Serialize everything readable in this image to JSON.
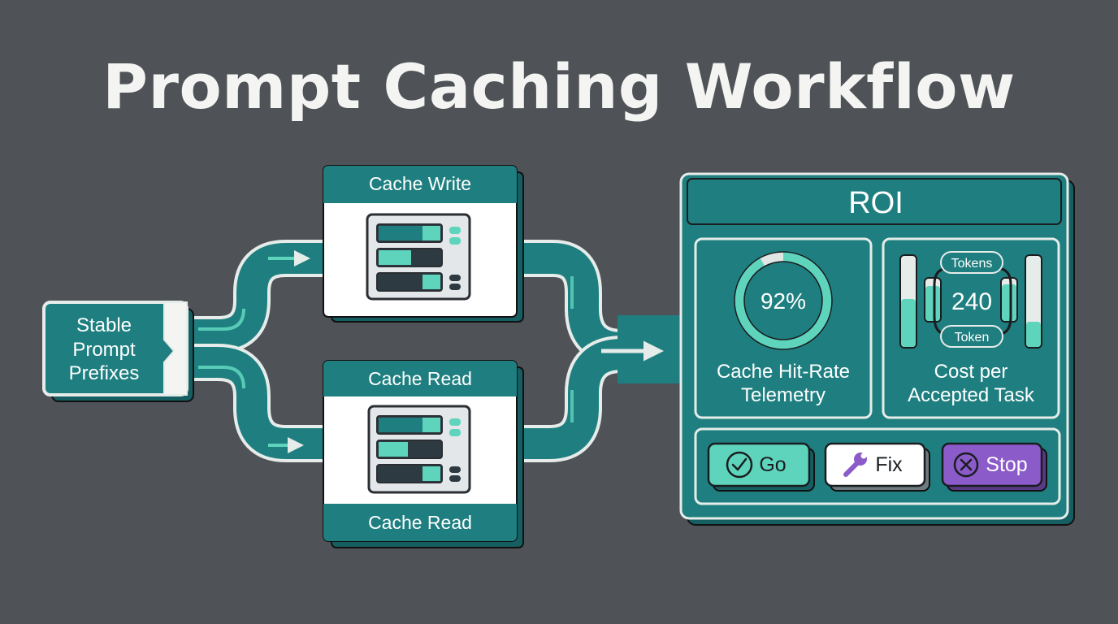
{
  "title": "Prompt Caching Workflow",
  "source": {
    "label_line1": "Stable",
    "label_line2": "Prompt",
    "label_line3": "Prefixes"
  },
  "cache_write": {
    "label": "Cache Write"
  },
  "cache_read": {
    "label_top": "Cache Read",
    "label_bottom": "Cache Read"
  },
  "roi": {
    "title": "ROI",
    "hit_rate": {
      "value_text": "92%",
      "value": 92,
      "label_line1": "Cache Hit-Rate",
      "label_line2": "Telemetry"
    },
    "cost": {
      "top_tag": "Tokens",
      "value_text": "240",
      "bottom_tag": "Token",
      "label_line1": "Cost per",
      "label_line2": "Accepted Task"
    },
    "actions": [
      {
        "label": "Go",
        "icon": "check-circle-icon"
      },
      {
        "label": "Fix",
        "icon": "wrench-icon"
      },
      {
        "label": "Stop",
        "icon": "x-circle-icon"
      }
    ]
  },
  "colors": {
    "background": "#4f5257",
    "teal": "#1f7f80",
    "teal_dark": "#155e61",
    "mint": "#5ed4bc",
    "outline": "#e6ece9",
    "purple": "#8b5bc9"
  }
}
